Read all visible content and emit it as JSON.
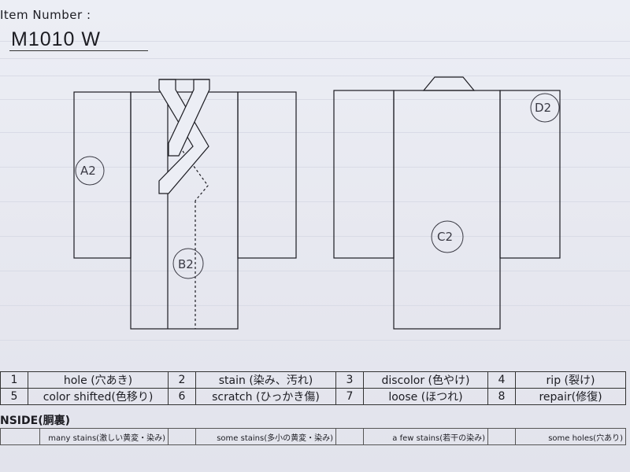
{
  "item_number": {
    "label": "Item Number :",
    "value": "M1010   W"
  },
  "diagram": {
    "front_marks": [
      "A2",
      "B2"
    ],
    "back_marks": [
      "C2",
      "D2"
    ]
  },
  "legend": {
    "rows": [
      [
        {
          "num": "1",
          "label": "hole (穴あき)"
        },
        {
          "num": "2",
          "label": "stain (染み、汚れ)"
        },
        {
          "num": "3",
          "label": "discolor (色やけ)"
        },
        {
          "num": "4",
          "label": "rip (裂け)"
        }
      ],
      [
        {
          "num": "5",
          "label": "color shifted(色移り)"
        },
        {
          "num": "6",
          "label": "scratch (ひっかき傷)"
        },
        {
          "num": "7",
          "label": "loose (ほつれ)"
        },
        {
          "num": "8",
          "label": "repair(修復)"
        }
      ]
    ]
  },
  "inside": {
    "title": "NSIDE(胴裏)",
    "items": [
      "many stains(激しい黄変・染み)",
      "some stains(多小の黄変・染み)",
      "a few stains(若干の染み)",
      "some holes(穴あり)"
    ]
  }
}
